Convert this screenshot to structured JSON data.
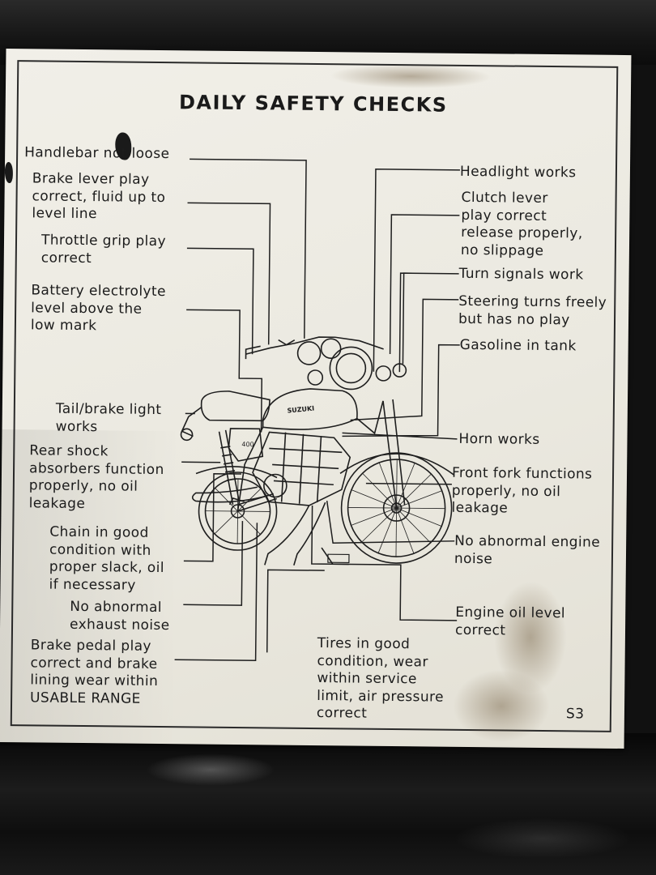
{
  "sticker": {
    "title": "DAILY SAFETY CHECKS",
    "code": "S3",
    "bike": {
      "tank_badge": "SUZUKI",
      "side_cover_badge": "400"
    },
    "left_labels": [
      "Handlebar not loose",
      "Brake lever play\ncorrect, fluid up to\nlevel line",
      "Throttle grip play\ncorrect",
      "Battery electrolyte\nlevel above the\nlow mark",
      "Tail/brake light\nworks",
      "Rear shock\nabsorbers function\nproperly, no oil\nleakage",
      "Chain in good\ncondition with\nproper slack, oil\nif necessary",
      "No abnormal\nexhaust noise",
      "Brake pedal play\ncorrect and brake\nlining wear within\nUSABLE RANGE"
    ],
    "bottom_label": "Tires in good\ncondition, wear\nwithin service\nlimit, air pressure\ncorrect",
    "right_labels": [
      "Headlight works",
      "Clutch lever\nplay correct\nrelease properly,\nno slippage",
      "Turn signals work",
      "Steering turns freely\nbut has no play",
      "Gasoline in tank",
      "Horn works",
      "Front fork functions\nproperly, no oil\nleakage",
      "No abnormal engine\nnoise",
      "Engine oil level\ncorrect"
    ]
  }
}
